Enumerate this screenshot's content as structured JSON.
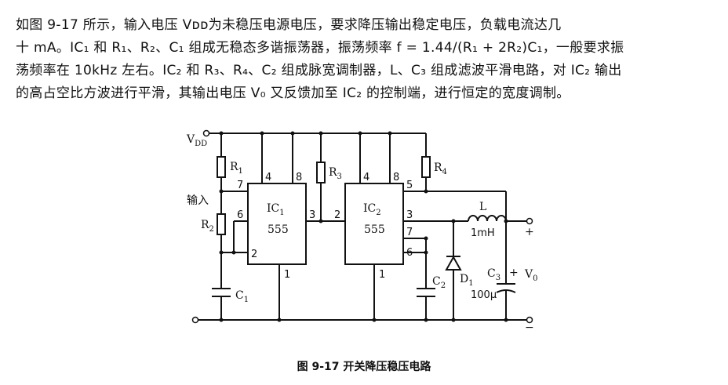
{
  "paragraph": [
    "如图 9-17 所示，输入电压 Vᴅᴅ为未稳压电源电压，要求降压输出稳定电压，负载电流达几",
    "十 mA。IC₁ 和 R₁、R₂、C₁ 组成无稳态多谐振荡器，振荡频率 f = 1.44/(R₁ + 2R₂)C₁，一般要求振",
    "荡频率在 10kHz 左右。IC₂ 和 R₃、R₄、C₂ 组成脉宽调制器，L、C₃ 组成滤波平滑电路，对 IC₂ 输出",
    "的高占空比方波进行平滑，其输出电压 V₀ 又反馈加至 IC₂ 的控制端，进行恒定的宽度调制。"
  ],
  "schematic": {
    "vdd_label": "V",
    "vdd_sub": "DD",
    "input_label": "输入",
    "r1": "R",
    "r1_sub": "1",
    "r2": "R",
    "r2_sub": "2",
    "r3": "R",
    "r3_sub": "3",
    "r4": "R",
    "r4_sub": "4",
    "c1": "C",
    "c1_sub": "1",
    "c2": "C",
    "c2_sub": "2",
    "c3": "C",
    "c3_sub": "3",
    "d1": "D",
    "d1_sub": "1",
    "ic1_name": "IC",
    "ic1_sub": "1",
    "ic1_part": "555",
    "ic2_name": "IC",
    "ic2_sub": "2",
    "ic2_part": "555",
    "inductor_label": "L",
    "inductor_value": "1mH",
    "c3_value": "100μ",
    "c3_plus": "+",
    "out_plus": "+",
    "out_minus": "−",
    "vo_label": "V",
    "vo_sub": "0",
    "ic1_pins": {
      "p4": "4",
      "p8": "8",
      "p7": "7",
      "p6": "6",
      "p2": "2",
      "p3": "3",
      "p1": "1"
    },
    "ic2_pins": {
      "p4": "4",
      "p8": "8",
      "p2": "2",
      "p5": "5",
      "p3": "3",
      "p7": "7",
      "p6": "6",
      "p1": "1"
    }
  },
  "caption": "图 9-17    开关降压稳压电路"
}
